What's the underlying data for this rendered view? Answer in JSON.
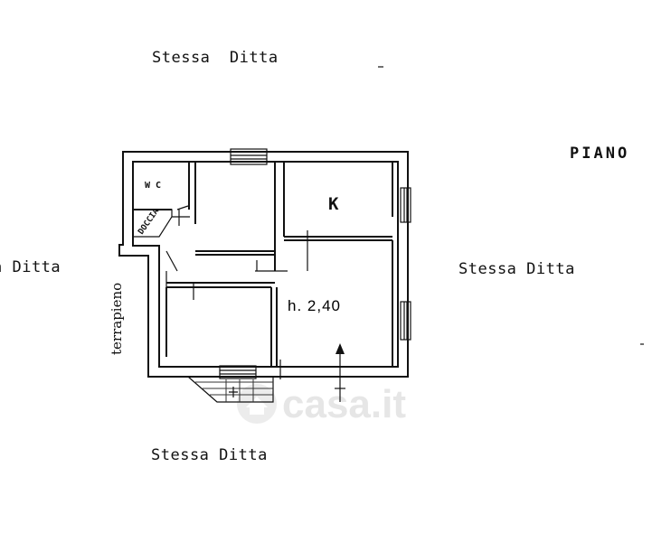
{
  "labels": {
    "neighbor_top": "Stessa  Ditta",
    "neighbor_left": "a Ditta",
    "neighbor_right": "Stessa Ditta",
    "neighbor_bottom": "Stessa Ditta",
    "floor": "PIANO",
    "kitchen": "K",
    "ceiling_height": "h. 2,40",
    "wc": "W C",
    "doccia": "DOCCIA",
    "terrapieno": "terrapieno"
  },
  "watermark": {
    "text": "casa.it",
    "icon": "house-logo-icon"
  },
  "colors": {
    "ink": "#111111",
    "watermark": "#e6e6e6",
    "background": "#ffffff"
  }
}
